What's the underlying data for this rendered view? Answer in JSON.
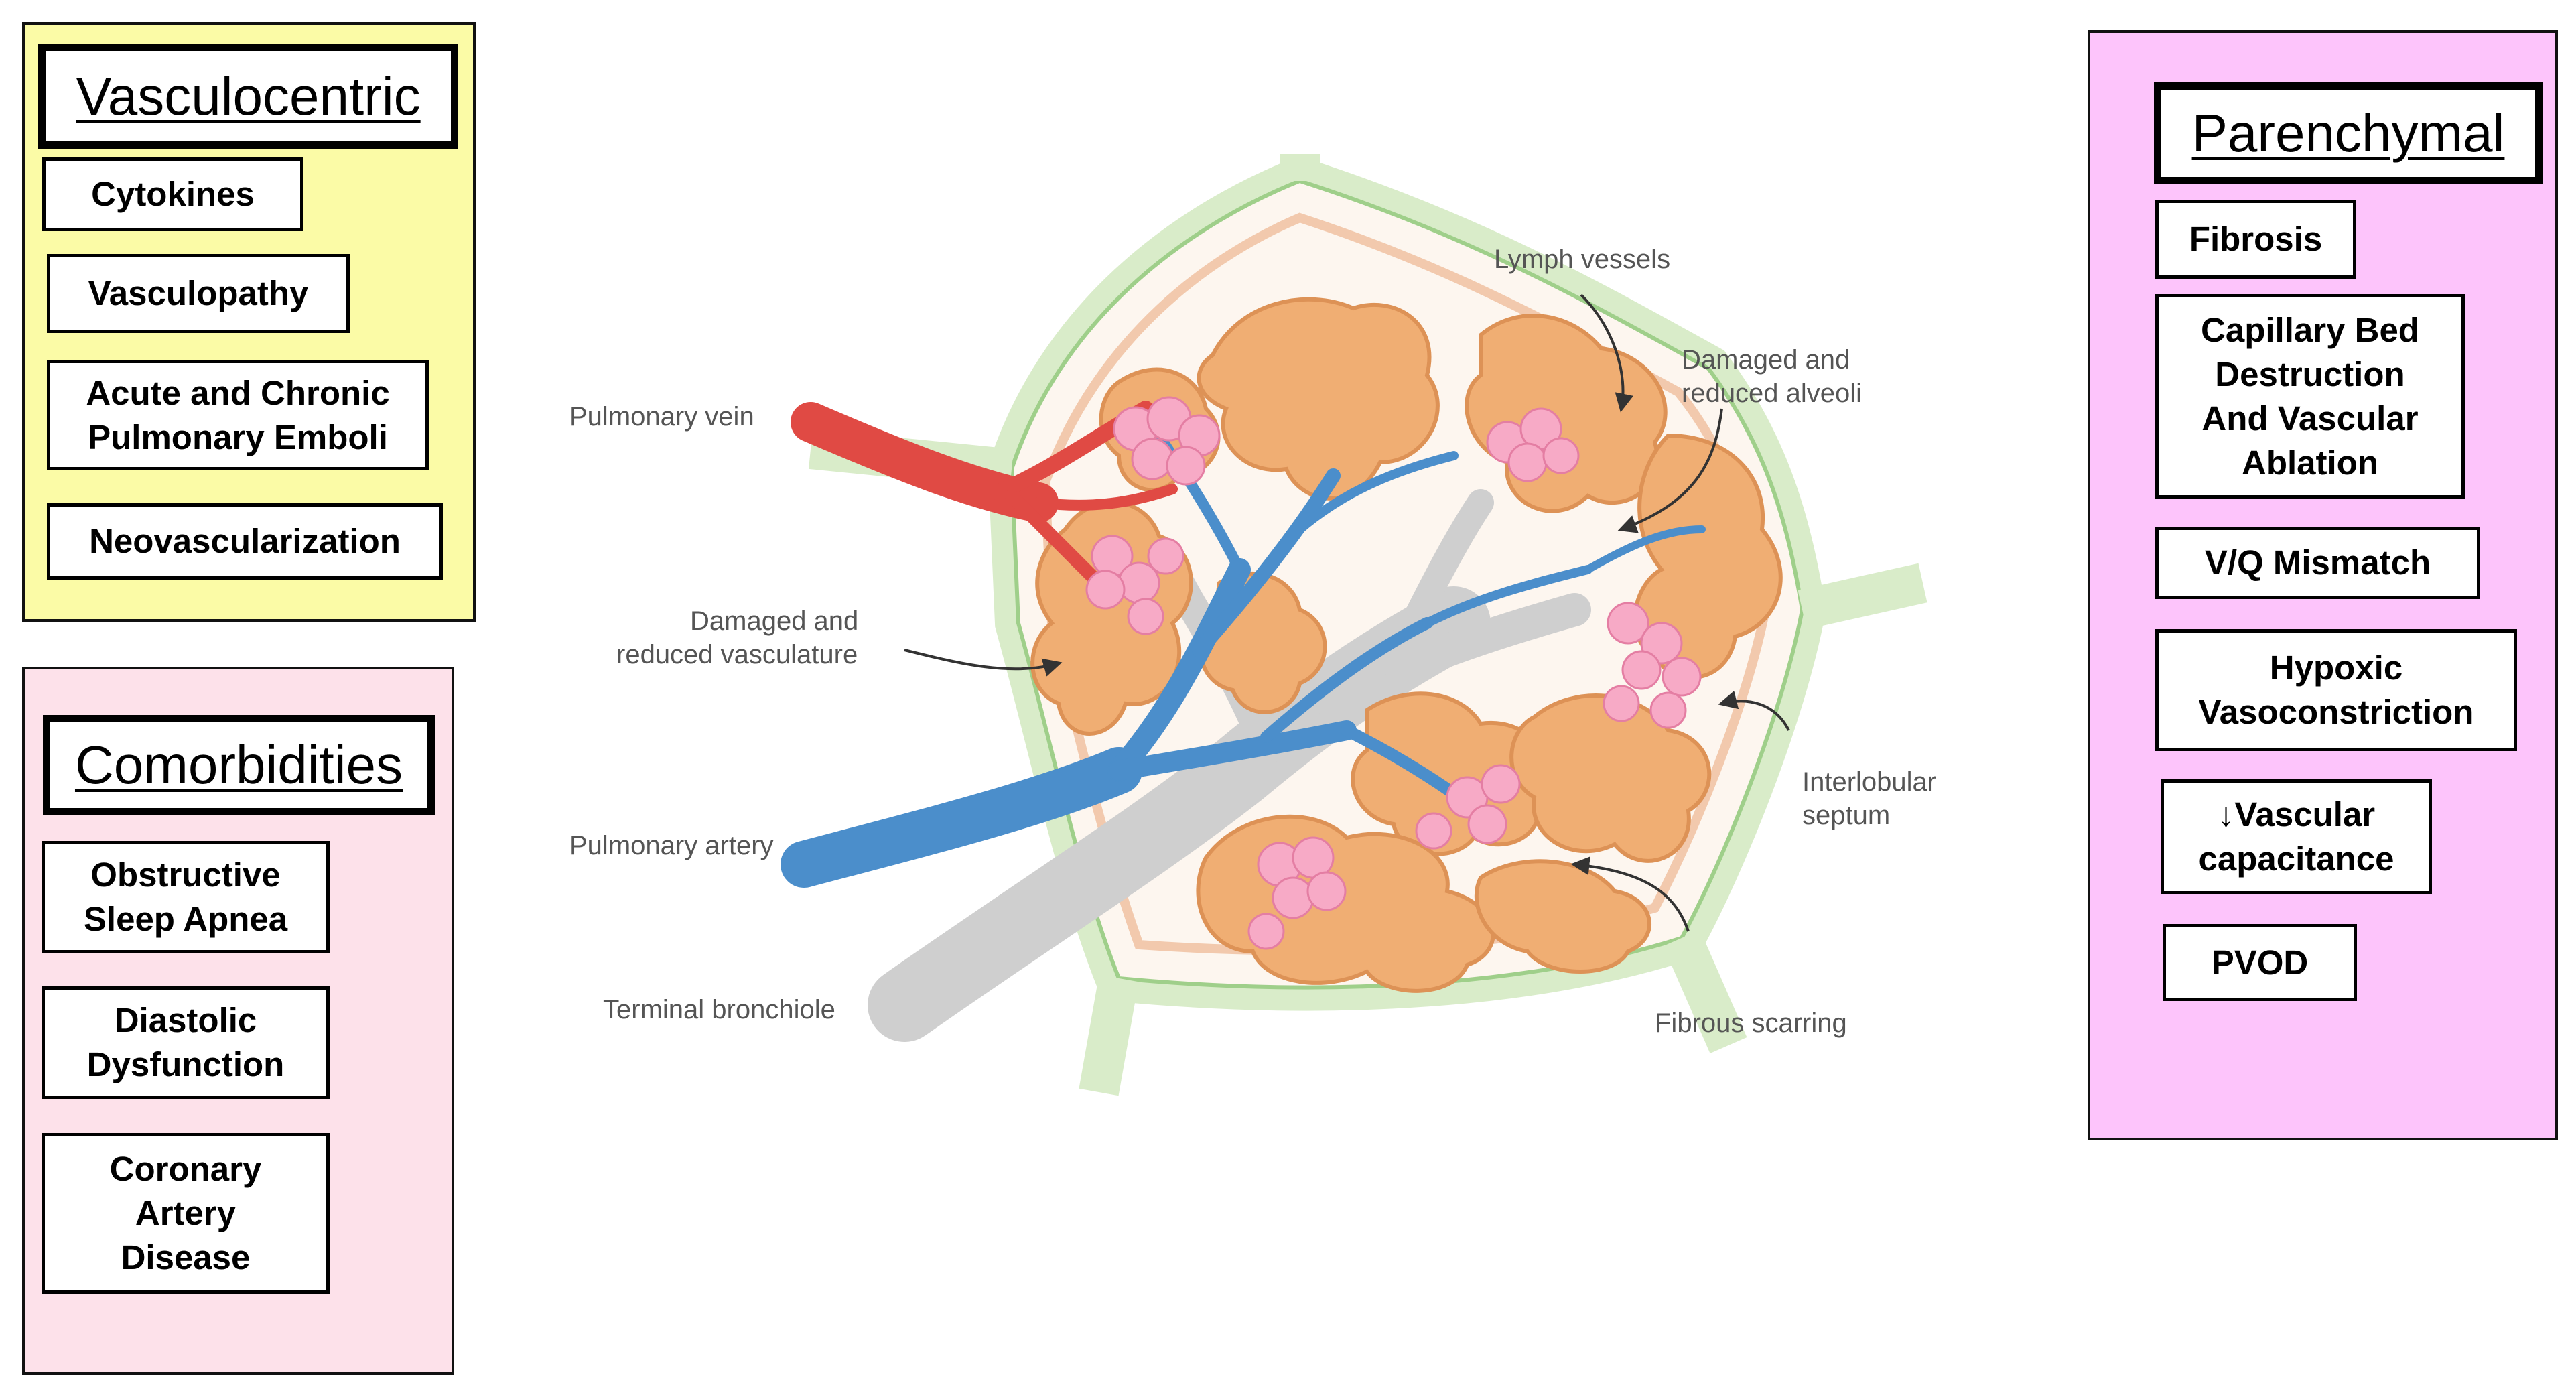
{
  "colors": {
    "vasculocentric_bg": "#fbfba6",
    "comorbidities_bg": "#fde1ea",
    "parenchymal_bg": "#fdc4fb",
    "tissue": "#f0ae73",
    "tissue_edge": "#d98b4c",
    "alveoli": "#f7aac6",
    "artery": "#4b8ecb",
    "vein": "#e04a44",
    "bronchiole": "#cfcfcf",
    "septum": "#cfe6c0"
  },
  "vasculocentric": {
    "title": "Vasculocentric",
    "items": [
      "Cytokines",
      "Vasculopathy",
      "Acute and Chronic\nPulmonary Emboli",
      "Neovascularization"
    ]
  },
  "comorbidities": {
    "title": "Comorbidities",
    "items": [
      "Obstructive\nSleep Apnea",
      "Diastolic\nDysfunction",
      "Coronary\nArtery\nDisease"
    ]
  },
  "parenchymal": {
    "title": "Parenchymal",
    "items": [
      "Fibrosis",
      "Capillary Bed\nDestruction\nAnd Vascular\nAblation",
      "V/Q Mismatch",
      "Hypoxic\nVasoconstriction",
      "↓Vascular\ncapacitance",
      "PVOD"
    ]
  },
  "diagram_labels": {
    "pulmonary_vein": "Pulmonary vein",
    "damaged_vasculature_1": "Damaged and",
    "damaged_vasculature_2": "reduced vasculature",
    "pulmonary_artery": "Pulmonary artery",
    "terminal_bronchiole": "Terminal bronchiole",
    "lymph_vessels": "Lymph vessels",
    "damaged_alveoli_1": "Damaged and",
    "damaged_alveoli_2": "reduced alveoli",
    "interlobular_septum_1": "Interlobular",
    "interlobular_septum_2": "septum",
    "fibrous_scarring": "Fibrous scarring"
  }
}
